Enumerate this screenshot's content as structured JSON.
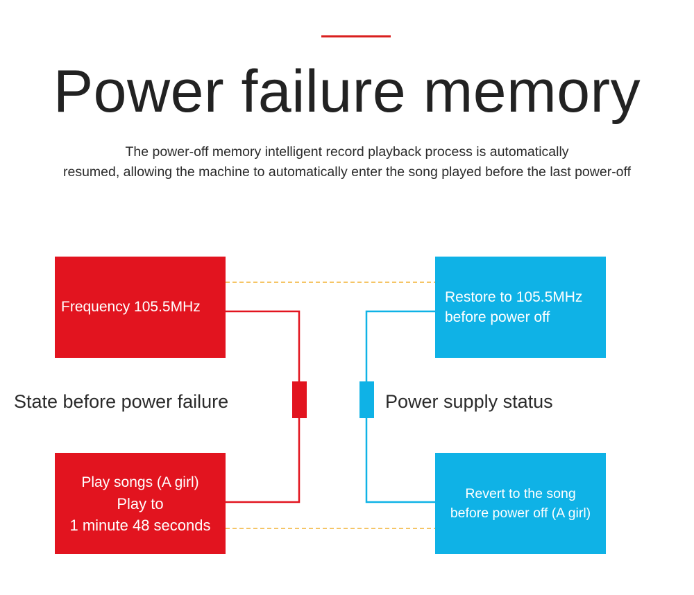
{
  "title": "Power failure memory",
  "subtitle": {
    "line1": "The power-off memory intelligent record playback process is automatically",
    "line2": "resumed, allowing the machine to automatically enter the song played before the last power-off"
  },
  "left": {
    "label": "State before power failure",
    "top_box": "Frequency 105.5MHz",
    "bottom_box": {
      "line1": "Play songs (A girl)",
      "line2": "Play to",
      "line3": "1 minute 48 seconds"
    }
  },
  "right": {
    "label": "Power supply status",
    "top_box": {
      "line1": "Restore to 105.5MHz",
      "line2": "before power off"
    },
    "bottom_box": {
      "line1": "Revert to the song",
      "line2": "before power off (A girl)"
    }
  },
  "colors": {
    "red": "#e2141f",
    "blue": "#0fb2e6",
    "dashed_connector": "#f2b233",
    "accent": "#d9201f"
  }
}
